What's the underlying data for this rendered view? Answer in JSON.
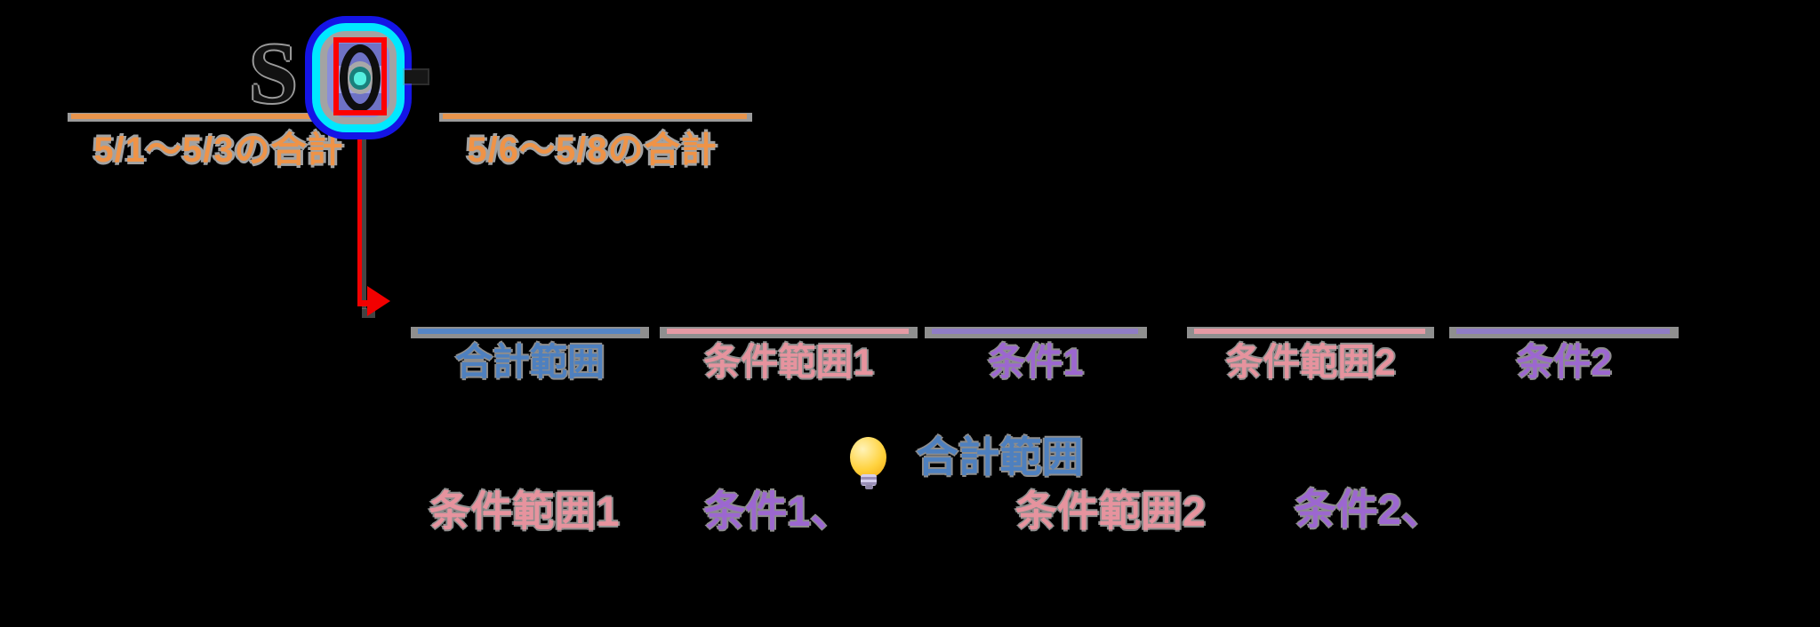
{
  "colors": {
    "orange": "#ef9347",
    "orange_line": "#e8944c",
    "blue": "#4e80bf",
    "blue_line": "#5585c5",
    "pink": "#e6939e",
    "pink_line": "#e59aa4",
    "purple": "#9c67d0",
    "purple_line": "#8f7cc5",
    "highlight_red": "#fe0000",
    "highlight_cyan": "#00e8ff",
    "highlight_blue_ring": "#1414e6"
  },
  "period_annotations": [
    {
      "text": "5/1～5/3の合計"
    },
    {
      "text": "5/6～5/8の合計"
    }
  ],
  "formula_fragment": {
    "letter": "S",
    "dash": "-"
  },
  "argument_labels": [
    {
      "text": "合計範囲",
      "color_key": "blue"
    },
    {
      "text": "条件範囲1",
      "color_key": "pink"
    },
    {
      "text": "条件1",
      "color_key": "purple"
    },
    {
      "text": "条件範囲2",
      "color_key": "pink"
    },
    {
      "text": "条件2",
      "color_key": "purple"
    }
  ],
  "hint": {
    "icon": "lightbulb-emoji",
    "sum_range": {
      "text": "合計範囲",
      "color_key": "blue"
    },
    "items": [
      {
        "text": "条件範囲1",
        "color_key": "pink"
      },
      {
        "text": "条件1、",
        "color_key": "purple"
      },
      {
        "text": "条件範囲2",
        "color_key": "pink"
      },
      {
        "text": "条件2、",
        "color_key": "purple"
      }
    ]
  }
}
